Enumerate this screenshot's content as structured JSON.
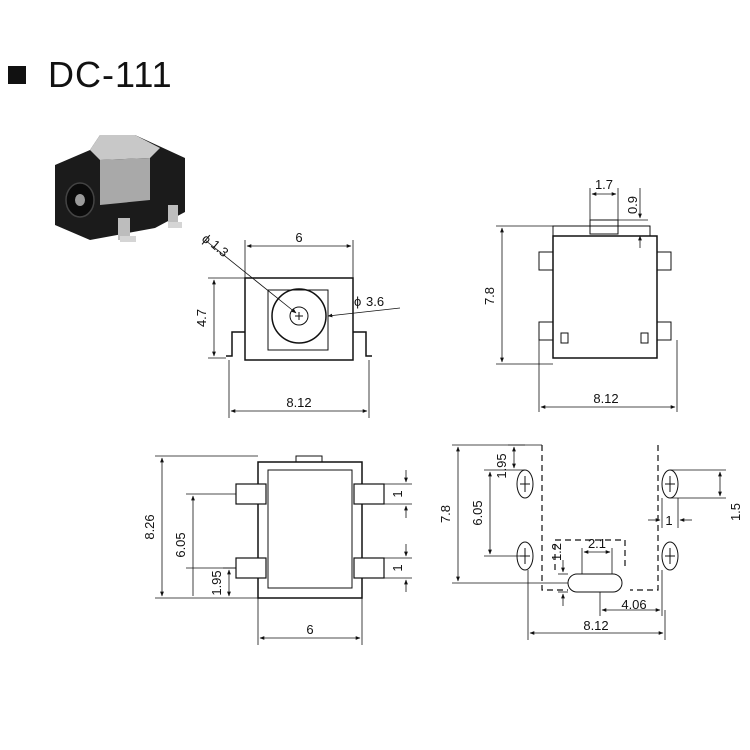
{
  "title": "DC-111",
  "dimensions": {
    "front": {
      "width_top": "6",
      "hole_small": "1.3",
      "hole_large": "3.6",
      "phi": "ϕ",
      "height": "4.7",
      "width_bottom": "8.12"
    },
    "side": {
      "top_width": "1.7",
      "top_height": "0.9",
      "height": "7.8",
      "width": "8.12"
    },
    "top": {
      "total": "8.26",
      "pin_spacing": "6.05",
      "offset": "1.95",
      "pin_a": "1",
      "pin_b": "1",
      "width": "6"
    },
    "pcb": {
      "height": "7.8",
      "pin_spacing": "6.05",
      "offset": "1.95",
      "slot_h": "1.2",
      "slot_w": "2.1",
      "pad_gap": "1",
      "pad_h": "1.5",
      "center": "4.06",
      "width": "8.12"
    }
  },
  "colors": {
    "ink": "#111111",
    "body": "#1a1a1a",
    "metal": "#b8b8b8"
  }
}
